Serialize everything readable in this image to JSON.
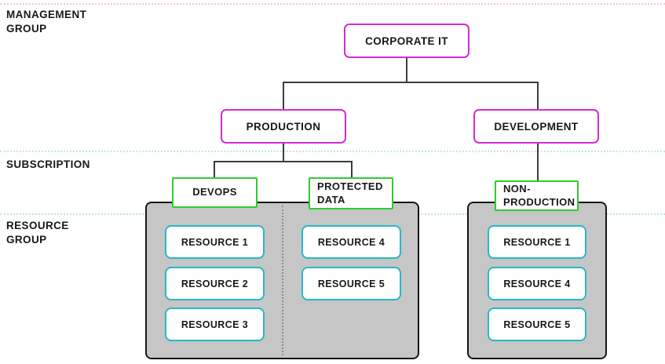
{
  "row_labels": {
    "management_group": "MANAGEMENT GROUP",
    "subscription": "SUBSCRIPTION",
    "resource_group": "RESOURCE GROUP"
  },
  "management_nodes": {
    "corporate_it": "CORPORATE IT",
    "production": "PRODUCTION",
    "development": "DEVELOPMENT"
  },
  "subscription_nodes": {
    "devops": "DEVOPS",
    "protected_data": "PROTECTED DATA",
    "non_production": "NON-PRODUCTION"
  },
  "resources": {
    "devops_column": [
      "RESOURCE 1",
      "RESOURCE 2",
      "RESOURCE 3"
    ],
    "protected_data_column": [
      "RESOURCE 4",
      "RESOURCE 5"
    ],
    "non_production_column": [
      "RESOURCE 1",
      "RESOURCE 4",
      "RESOURCE 5"
    ]
  },
  "colors": {
    "management_node_border": "#d42bd4",
    "subscription_node_border": "#2ecc2e",
    "resource_node_border": "#29b7c9",
    "container_fill": "#c6c6c6",
    "container_border": "#151515",
    "connector_line": "#3c3c3c",
    "divider_management": "#efc6ec",
    "divider_subscription": "#c6ead3",
    "divider_resource": "#bfe2f2",
    "text": "#181818"
  }
}
